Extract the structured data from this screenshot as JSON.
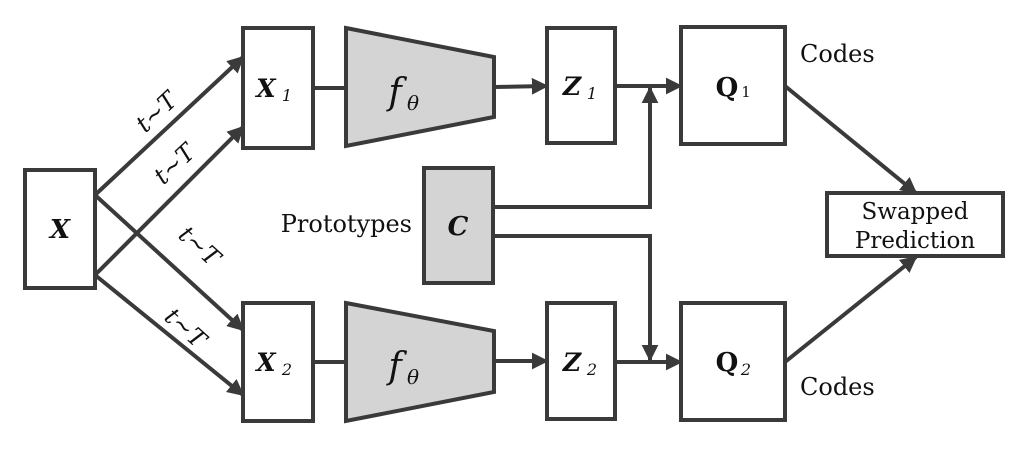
{
  "nodes": {
    "x": {
      "base": "X"
    },
    "x1": {
      "base": "X",
      "sub": "1"
    },
    "x2": {
      "base": "X",
      "sub": "2"
    },
    "encoder_top": {
      "base": "f",
      "sub": "θ"
    },
    "encoder_bottom": {
      "base": "f",
      "sub": "θ"
    },
    "z1": {
      "base": "Z",
      "sub": "1"
    },
    "z2": {
      "base": "Z",
      "sub": "2"
    },
    "c": {
      "base": "C"
    },
    "q1": {
      "base": "Q",
      "sub": "1"
    },
    "q2": {
      "base": "Q",
      "sub": "2"
    },
    "swapped": {
      "line1": "Swapped",
      "line2": "Prediction"
    }
  },
  "labels": {
    "prototypes": "Prototypes",
    "codes_top": "Codes",
    "codes_bottom": "Codes",
    "aug_1": "t~T",
    "aug_2": "t~T",
    "aug_3": "t~T",
    "aug_4": "t~T"
  },
  "colors": {
    "stroke": "#3a3a3a",
    "gray_fill": "#d4d4d4"
  }
}
